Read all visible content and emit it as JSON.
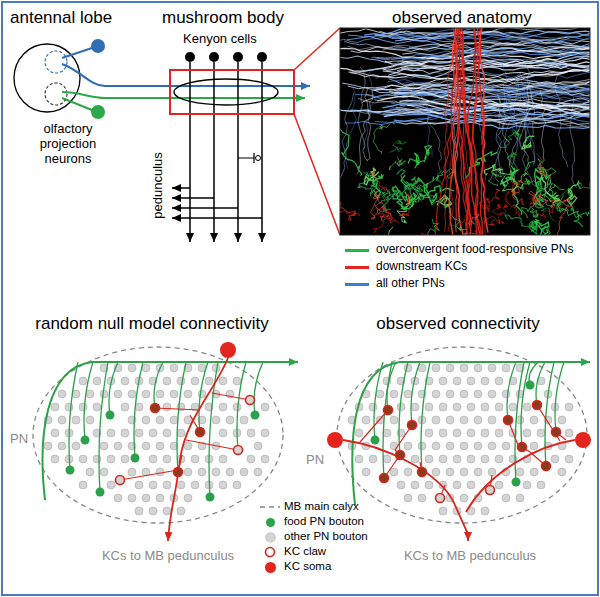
{
  "diagram": {
    "labels": [
      "antennal lobe",
      "mushroom body",
      "observed anatomy",
      "Kenyon cells",
      "olfactory projection neurons",
      "pedunculus",
      "random null model connectivity",
      "observed connectivity",
      "PN",
      "KCs to MB pedunculus",
      "PN",
      "KCs to MB pedunculus"
    ],
    "legend": [
      {
        "text": "overconvergent food-responsive PNs",
        "color": "#2bb24c"
      },
      {
        "text": "downstream KCs",
        "color": "#e3261d"
      },
      {
        "text": "all other PNs",
        "color": "#3d7fc4"
      },
      {
        "text": "MB main calyx"
      },
      {
        "text": "food PN bouton",
        "color": "#2ca04a"
      },
      {
        "text": "other PN bouton",
        "color": "#d4d4d4"
      },
      {
        "text": "KC claw"
      },
      {
        "text": "KC soma",
        "color": "#e3261d"
      }
    ]
  }
}
